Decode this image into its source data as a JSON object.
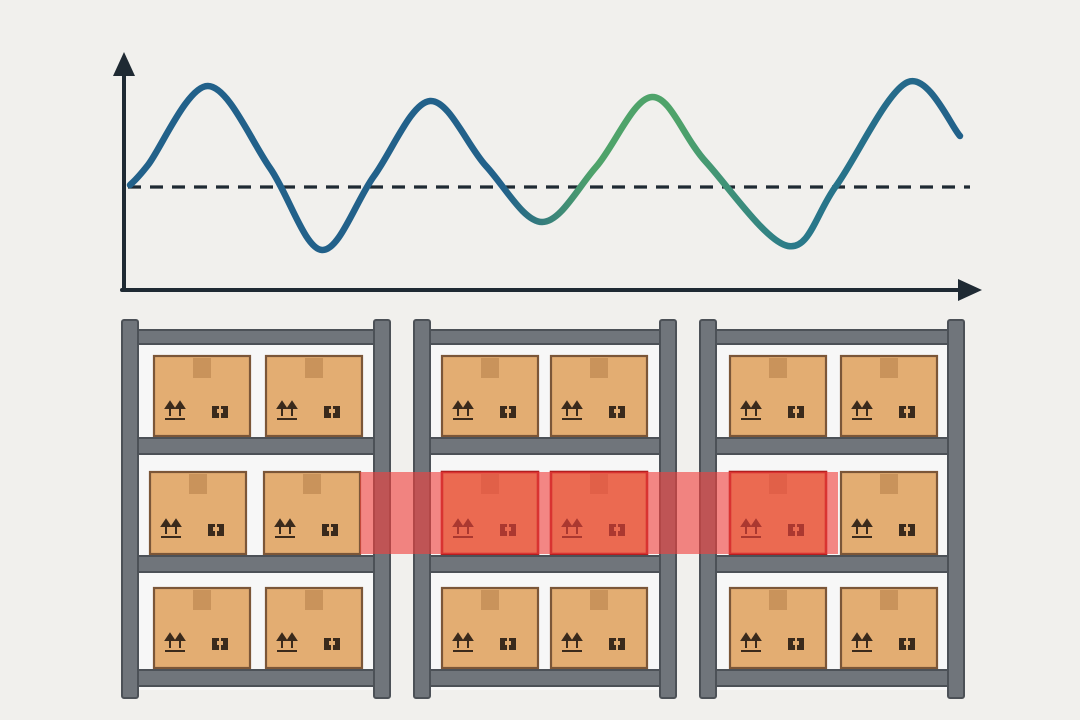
{
  "colors": {
    "background": "#f1f0ed",
    "axis": "#1f2a33",
    "baseline_dash": "#1f2a33",
    "wave_blue": "#22618a",
    "wave_teal": "#2a8a86",
    "wave_green": "#4fa36a",
    "rack_frame": "#70757b",
    "rack_frame_dark": "#4c5157",
    "rack_bay": "#f7f7f7",
    "box_fill": "#e3ad72",
    "box_stroke": "#7b5638",
    "box_tape": "#c9935b",
    "highlight": "#f0413e"
  },
  "icons": {
    "wave": "signal-wave-icon",
    "box_arrows": "this-way-up-icon",
    "box_glass": "fragile-glass-icon",
    "axis_arrow": "arrow-head-icon"
  },
  "racks": [
    {
      "shelves": [
        {
          "boxes": 2
        },
        {
          "boxes": 2
        },
        {
          "boxes": 2
        }
      ]
    },
    {
      "shelves": [
        {
          "boxes": 2
        },
        {
          "boxes": 2
        },
        {
          "boxes": 2
        }
      ]
    },
    {
      "shelves": [
        {
          "boxes": 2
        },
        {
          "boxes": 2
        },
        {
          "boxes": 2
        }
      ]
    }
  ],
  "highlighted_row": 2,
  "highlighted_slots": [
    {
      "rack": 2,
      "shelf": 2,
      "slot": 1
    },
    {
      "rack": 2,
      "shelf": 2,
      "slot": 2
    },
    {
      "rack": 3,
      "shelf": 2,
      "slot": 1
    }
  ]
}
